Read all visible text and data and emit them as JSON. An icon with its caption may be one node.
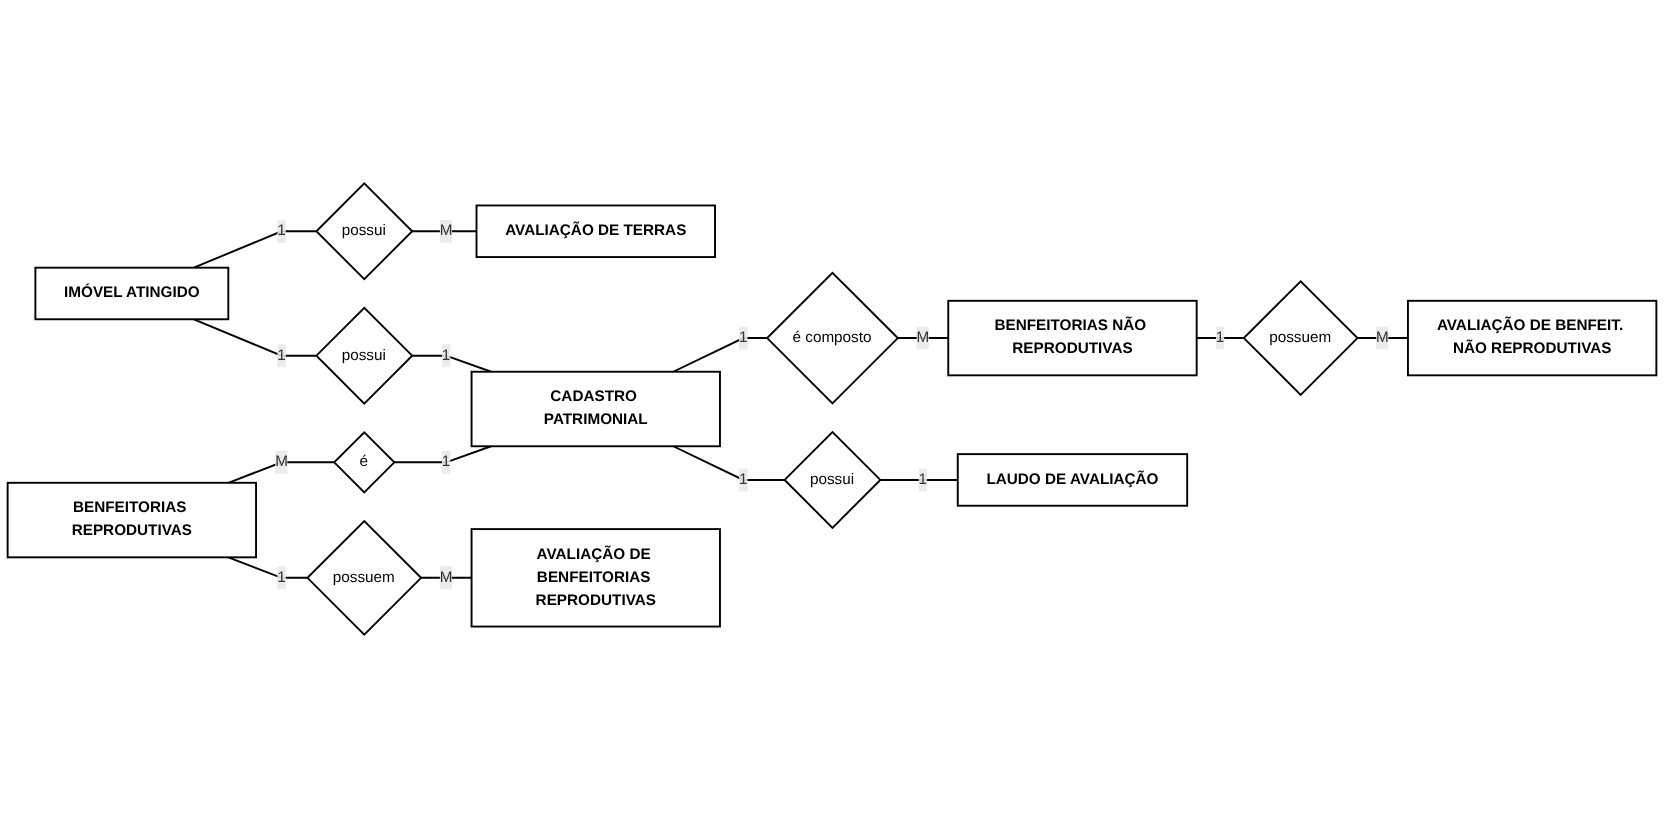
{
  "diagram": {
    "nodes": [
      {
        "text": [
          "IMÓVEL ATINGIDO"
        ]
      },
      {
        "text": [
          "possui"
        ]
      },
      {
        "text": [
          "AVALIAÇÃO DE TERRAS"
        ]
      },
      {
        "text": [
          "possui"
        ]
      },
      {
        "text": [
          "BENFEITORIAS REPRODUTIVAS"
        ]
      },
      {
        "text": [
          "é"
        ]
      },
      {
        "text": [
          "CADASTRO PATRIMONIAL"
        ]
      },
      {
        "text": [
          "é composto"
        ]
      },
      {
        "text": [
          "BENFEITORIAS NÃO REPRODUTIVAS"
        ]
      },
      {
        "text": [
          "possuem"
        ]
      },
      {
        "text": [
          "possui"
        ]
      },
      {
        "text": [
          "possuem"
        ]
      },
      {
        "text": [
          "AVALIAÇÃO DE BENFEITORIAS REPRODUTIVAS"
        ]
      },
      {
        "text": [
          "LAUDO DE AVALIAÇÃO"
        ]
      },
      {
        "text": [
          "AVALIAÇÃO DE BENFEIT. NÃO REPRODUTIVAS"
        ]
      }
    ],
    "edges": [
      {
        "from": 0,
        "to": 1,
        "arrow": "none",
        "label": "1"
      },
      {
        "from": 1,
        "to": 2,
        "arrow": "none",
        "label": "M"
      },
      {
        "from": 0,
        "to": 3,
        "arrow": "none",
        "label": "1"
      },
      {
        "from": 3,
        "to": 6,
        "arrow": "none",
        "label": "1"
      },
      {
        "from": 4,
        "to": 5,
        "arrow": "none",
        "label": "M"
      },
      {
        "from": 5,
        "to": 6,
        "arrow": "none",
        "label": "1"
      },
      {
        "from": 6,
        "to": 7,
        "arrow": "none",
        "label": "1"
      },
      {
        "from": 7,
        "to": 8,
        "arrow": "none",
        "label": "M"
      },
      {
        "from": 4,
        "to": 9,
        "arrow": "none",
        "label": "1"
      },
      {
        "from": 9,
        "to": 12,
        "arrow": "none",
        "label": "M"
      },
      {
        "from": 6,
        "to": 10,
        "arrow": "none",
        "label": "1"
      },
      {
        "from": 10,
        "to": 13,
        "arrow": "none",
        "label": "1"
      },
      {
        "from": 8,
        "to": 11,
        "arrow": "none",
        "label": "1"
      },
      {
        "from": 11,
        "to": 14,
        "arrow": "none",
        "label": "M"
      }
    ]
  }
}
